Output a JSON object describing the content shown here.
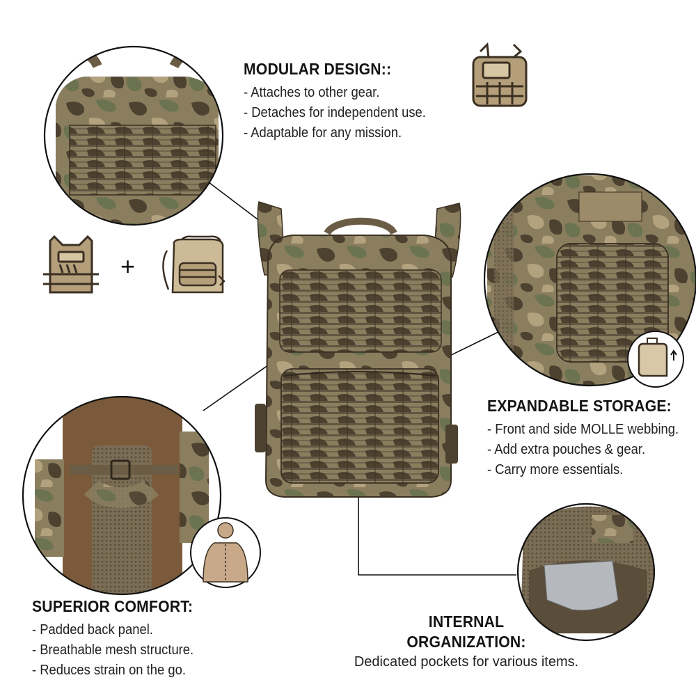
{
  "modular": {
    "title": "MODULAR DESIGN::",
    "items": [
      "- Attaches to other gear.",
      "- Detaches for independent use.",
      "- Adaptable for any mission."
    ]
  },
  "storage": {
    "title": "EXPANDABLE STORAGE:",
    "items": [
      "- Front and side MOLLE webbing.",
      "- Add extra pouches & gear.",
      "- Carry more essentials."
    ]
  },
  "comfort": {
    "title": "SUPERIOR COMFORT:",
    "items": [
      "- Padded back panel.",
      "- Breathable mesh structure.",
      "- Reduces strain on the go."
    ]
  },
  "internal": {
    "title_line1": "INTERNAL",
    "title_line2": "ORGANIZATION:",
    "description": "Dedicated pockets for various items."
  },
  "combo_plus": "+",
  "colors": {
    "camo_base": "#8a7e5f",
    "camo_dark": "#4d4130",
    "camo_green": "#6b7350",
    "camo_tan": "#b3a27e",
    "coyote": "#7a5a3a",
    "icon_fill": "#b59f7a",
    "icon_stroke": "#3a2f22"
  },
  "icons": [
    "backpack-icon",
    "plate-carrier-icon",
    "backpack-outline-icon",
    "expandable-pouch-icon",
    "human-back-icon"
  ]
}
